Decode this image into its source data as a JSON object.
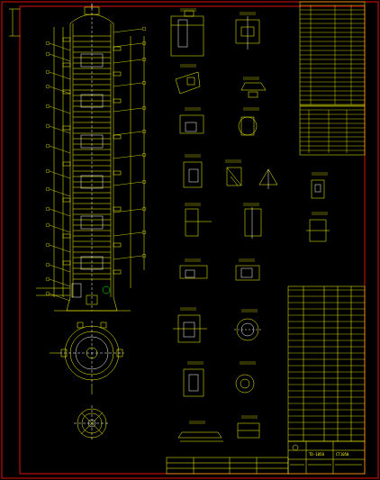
{
  "sheet": {
    "background": "#000000",
    "border_color": "#e01010",
    "line_color": "#ffff00",
    "accent_color": "#ffffff",
    "green_color": "#00ff00",
    "magenta_color": "#ff00ff"
  },
  "title_block": {
    "drawing_code": "TD-1050",
    "bottom_label": "CT1050"
  },
  "views": [
    "main-column-elevation",
    "top-plan-view",
    "bottom-plan-view",
    "detail-views",
    "technical-table-top",
    "technical-table-middle",
    "nozzle-table",
    "title-block",
    "revision-block"
  ]
}
